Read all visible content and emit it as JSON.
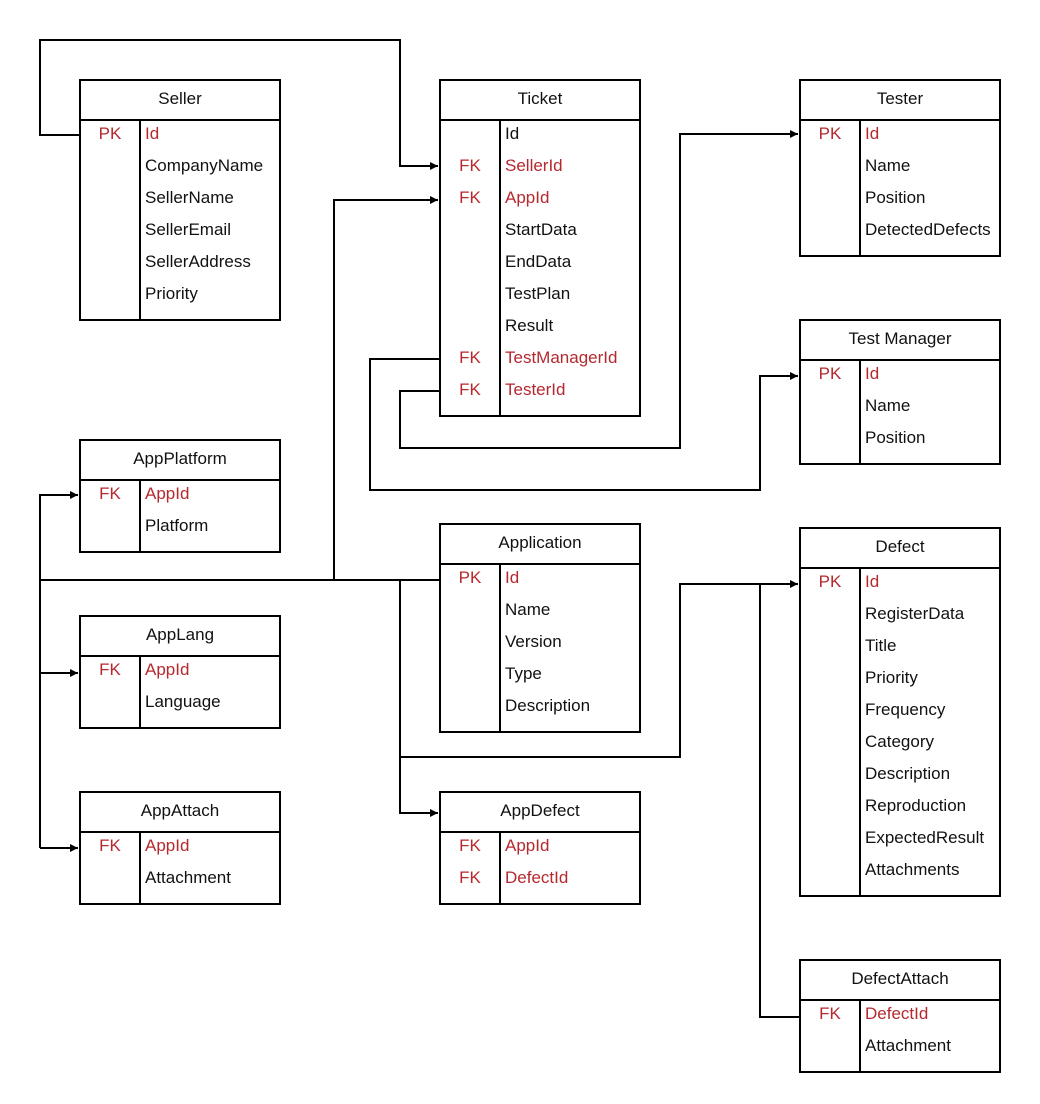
{
  "entities": [
    {
      "id": "seller",
      "title": "Seller",
      "fields": [
        {
          "key": "PK",
          "name": "Id"
        },
        {
          "key": "",
          "name": "CompanyName"
        },
        {
          "key": "",
          "name": "SellerName"
        },
        {
          "key": "",
          "name": "SellerEmail"
        },
        {
          "key": "",
          "name": "SellerAddress"
        },
        {
          "key": "",
          "name": "Priority"
        }
      ]
    },
    {
      "id": "ticket",
      "title": "Ticket",
      "fields": [
        {
          "key": "",
          "name": "Id"
        },
        {
          "key": "FK",
          "name": "SellerId"
        },
        {
          "key": "FK",
          "name": "AppId"
        },
        {
          "key": "",
          "name": "StartData"
        },
        {
          "key": "",
          "name": "EndData"
        },
        {
          "key": "",
          "name": "TestPlan"
        },
        {
          "key": "",
          "name": "Result"
        },
        {
          "key": "FK",
          "name": "TestManagerId"
        },
        {
          "key": "FK",
          "name": "TesterId"
        }
      ]
    },
    {
      "id": "tester",
      "title": "Tester",
      "fields": [
        {
          "key": "PK",
          "name": "Id"
        },
        {
          "key": "",
          "name": "Name"
        },
        {
          "key": "",
          "name": "Position"
        },
        {
          "key": "",
          "name": "DetectedDefects"
        }
      ]
    },
    {
      "id": "test-manager",
      "title": "Test Manager",
      "fields": [
        {
          "key": "PK",
          "name": "Id"
        },
        {
          "key": "",
          "name": "Name"
        },
        {
          "key": "",
          "name": "Position"
        }
      ]
    },
    {
      "id": "app-platform",
      "title": "AppPlatform",
      "fields": [
        {
          "key": "FK",
          "name": "AppId"
        },
        {
          "key": "",
          "name": "Platform"
        }
      ]
    },
    {
      "id": "application",
      "title": "Application",
      "fields": [
        {
          "key": "PK",
          "name": "Id"
        },
        {
          "key": "",
          "name": "Name"
        },
        {
          "key": "",
          "name": "Version"
        },
        {
          "key": "",
          "name": "Type"
        },
        {
          "key": "",
          "name": "Description"
        }
      ]
    },
    {
      "id": "defect",
      "title": "Defect",
      "fields": [
        {
          "key": "PK",
          "name": "Id"
        },
        {
          "key": "",
          "name": "RegisterData"
        },
        {
          "key": "",
          "name": "Title"
        },
        {
          "key": "",
          "name": "Priority"
        },
        {
          "key": "",
          "name": "Frequency"
        },
        {
          "key": "",
          "name": "Category"
        },
        {
          "key": "",
          "name": "Description"
        },
        {
          "key": "",
          "name": "Reproduction"
        },
        {
          "key": "",
          "name": "ExpectedResult"
        },
        {
          "key": "",
          "name": "Attachments"
        }
      ]
    },
    {
      "id": "app-lang",
      "title": "AppLang",
      "fields": [
        {
          "key": "FK",
          "name": "AppId"
        },
        {
          "key": "",
          "name": "Language"
        }
      ]
    },
    {
      "id": "app-attach",
      "title": "AppAttach",
      "fields": [
        {
          "key": "FK",
          "name": "AppId"
        },
        {
          "key": "",
          "name": "Attachment"
        }
      ]
    },
    {
      "id": "app-defect",
      "title": "AppDefect",
      "fields": [
        {
          "key": "FK",
          "name": "AppId"
        },
        {
          "key": "FK",
          "name": "DefectId"
        }
      ]
    },
    {
      "id": "defect-attach",
      "title": "DefectAttach",
      "fields": [
        {
          "key": "FK",
          "name": "DefectId"
        },
        {
          "key": "",
          "name": "Attachment"
        }
      ]
    }
  ],
  "colors": {
    "key_text": "#b5282e",
    "text": "#111111",
    "line": "#000000"
  }
}
